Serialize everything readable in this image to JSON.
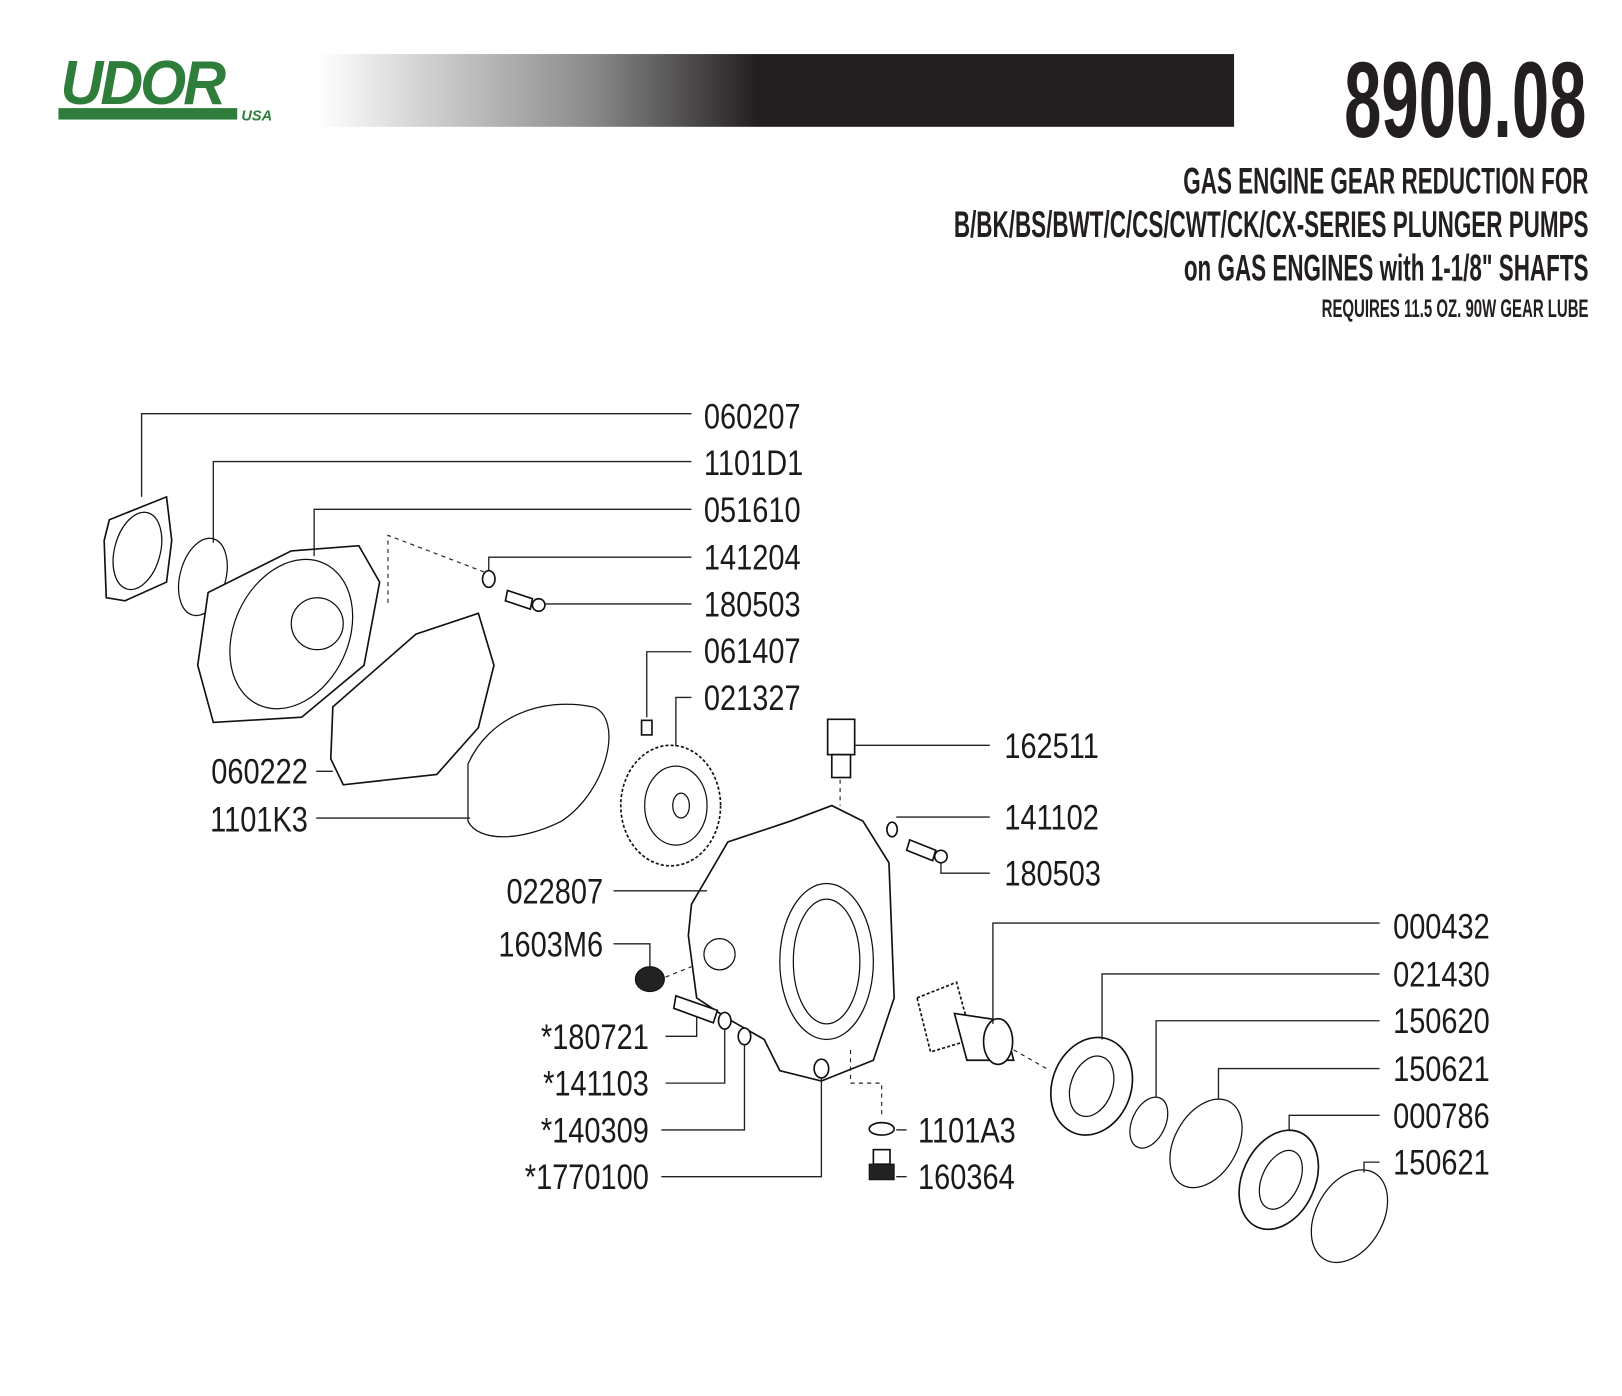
{
  "brand": {
    "logo_text": "UDOR",
    "logo_sub": "USA",
    "logo_color": "#2e7d3a"
  },
  "header": {
    "model_number": "8900.08",
    "title_line1": "GAS ENGINE GEAR REDUCTION FOR",
    "title_line2": "B/BK/BS/BWT/C/CS/CWT/CK/CX-SERIES PLUNGER PUMPS",
    "title_line3": "on GAS ENGINES with 1-1/8\" SHAFTS",
    "note": "REQUIRES 11.5 OZ. 90W GEAR LUBE"
  },
  "parts": {
    "p060207": "060207",
    "p1101D1": "1101D1",
    "p051610": "051610",
    "p141204": "141204",
    "p180503a": "180503",
    "p061407": "061407",
    "p021327": "021327",
    "p162511": "162511",
    "p141102": "141102",
    "p180503b": "180503",
    "p060222": "060222",
    "p1101K3": "1101K3",
    "p022807": "022807",
    "p1603M6": "1603M6",
    "p180721": "*180721",
    "p141103": "*141103",
    "p140309": "*140309",
    "p1770100": "*1770100",
    "p1101A3": "1101A3",
    "p160364": "160364",
    "p000432": "000432",
    "p021430": "021430",
    "p150620": "150620",
    "p150621a": "150621",
    "p000786": "000786",
    "p150621b": "150621"
  }
}
